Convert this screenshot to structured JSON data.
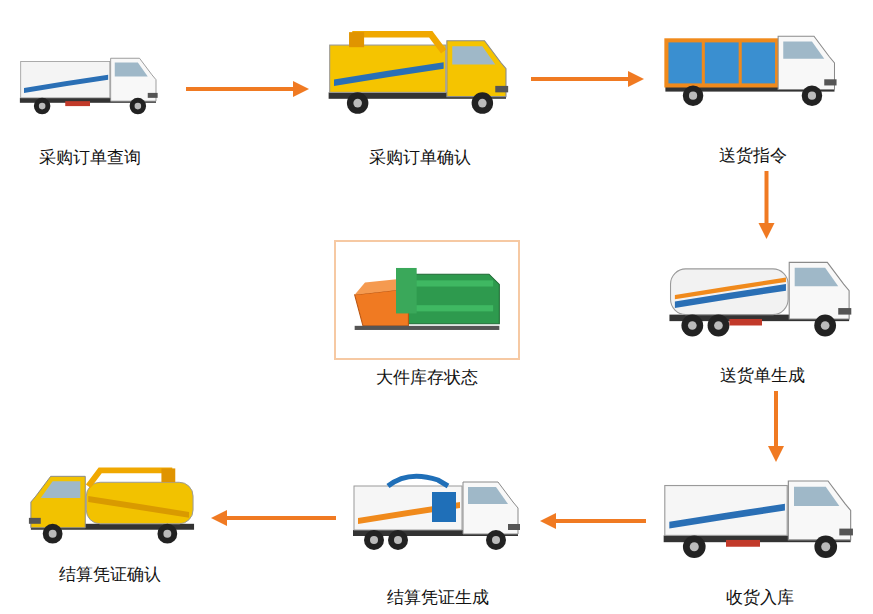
{
  "diagram": {
    "nodes": [
      {
        "text": [
          "采购订单查询"
        ]
      },
      {
        "text": [
          "采购订单确认"
        ]
      },
      {
        "text": [
          "送货指令"
        ]
      },
      {
        "text": [
          "大件库存状态"
        ]
      },
      {
        "text": [
          "送货单生成"
        ]
      },
      {
        "text": [
          "结算凭证确认"
        ]
      },
      {
        "text": [
          "结算凭证生成"
        ]
      },
      {
        "text": [
          "收货入库"
        ]
      }
    ],
    "edges": [
      {
        "from": 0,
        "to": 1,
        "arrow": "to"
      },
      {
        "from": 1,
        "to": 2,
        "arrow": "to"
      },
      {
        "from": 2,
        "to": 4,
        "arrow": "to"
      },
      {
        "from": 4,
        "to": 7,
        "arrow": "to"
      },
      {
        "from": 7,
        "to": 6,
        "arrow": "to"
      },
      {
        "from": 6,
        "to": 5,
        "arrow": "to"
      }
    ]
  }
}
